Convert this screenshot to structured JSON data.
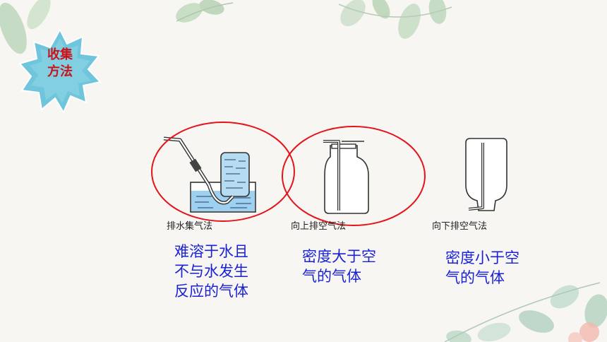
{
  "badge": {
    "line1": "收集",
    "line2": "方法"
  },
  "methods": [
    {
      "label": "排水集气法",
      "desc": [
        "难溶于水且",
        "不与水发生",
        "反应的气体"
      ]
    },
    {
      "label": "向上排空气法",
      "desc": [
        "密度大于空",
        "气的气体"
      ]
    },
    {
      "label": "向下排空气法",
      "desc": [
        "密度小于空",
        "气的气体"
      ]
    }
  ],
  "colors": {
    "badge_fill": "#6ec5dc",
    "badge_text": "#c8141a",
    "highlight_circle": "#e3141b",
    "desc_text": "#1a22d6",
    "water": "#9ed0f0"
  }
}
